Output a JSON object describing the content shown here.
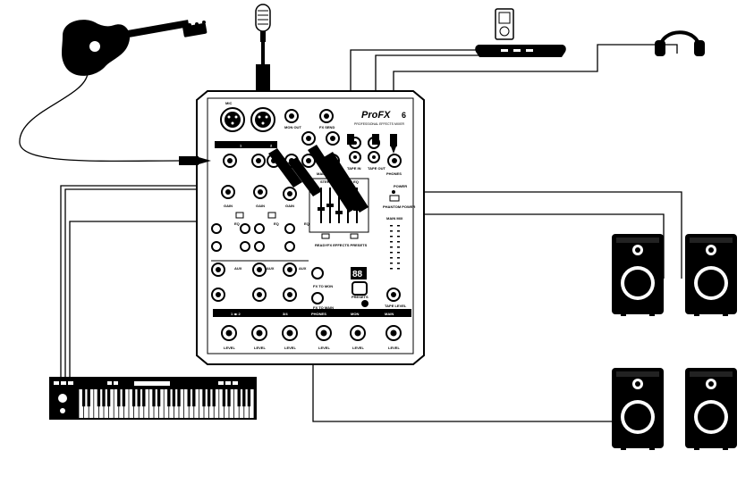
{
  "mixer": {
    "brand": "ProFX",
    "brand_suffix": "6",
    "subtitle": "PROFESSIONAL EFFECTS MIXER",
    "channel_numbers": [
      "1",
      "2"
    ],
    "row_labels": [
      "GAIN",
      "GAIN",
      "GAIN"
    ],
    "eq_label": "EQ",
    "aux_label": "AUX",
    "graphic_eq_label": "STEREO GRAPHIC EQ",
    "readyfx_label": "READYFX  EFFECTS PRESETS",
    "fx_display": "88",
    "fx_to_mon": "FX TO MON",
    "fx_to_main": "FX TO MAIN",
    "presets_label": "PRESETS",
    "tape_in": "TAPE IN",
    "tape_out": "TAPE OUT",
    "phones_jack": "PHONES",
    "power_label": "POWER",
    "phantom_label": "PHANTOM POWER",
    "tape_level": "TAPE LEVEL",
    "main_mix_label": "MAIN MIX",
    "bottom_sections": [
      "1 ◂▸ 2",
      "3/4",
      "PHONES",
      "MON",
      "MAIN"
    ],
    "level_label": "LEVEL",
    "mic_label": "MIC",
    "fx_send": "FX SEND",
    "mon_out": "MON OUT",
    "main_out": "MAIN OUT"
  },
  "devices": [
    {
      "id": "guitar",
      "icon": "acoustic-guitar-icon"
    },
    {
      "id": "microphone",
      "icon": "microphone-icon"
    },
    {
      "id": "media-player",
      "icon": "media-player-icon"
    },
    {
      "id": "headphones",
      "icon": "headphones-icon"
    },
    {
      "id": "keyboard",
      "icon": "keyboard-icon"
    },
    {
      "id": "main-speakers",
      "icon": "speaker-icon"
    },
    {
      "id": "monitor-speakers",
      "icon": "speaker-icon"
    }
  ],
  "colors": {
    "ink": "#000000",
    "paper": "#ffffff"
  }
}
